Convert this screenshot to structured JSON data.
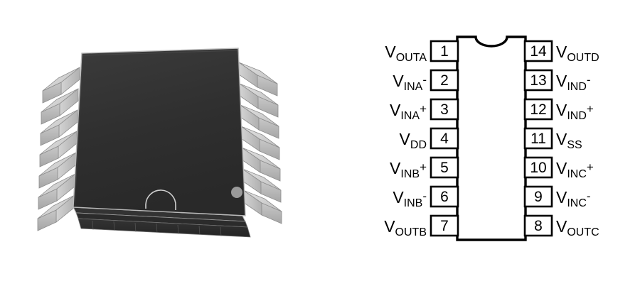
{
  "figure": {
    "kind": "ic-package-and-pinout",
    "background_color": "#ffffff",
    "package": {
      "name": "14-lead gull-wing surface mount package",
      "body_color": "#2e2e2e",
      "body_highlight_color": "#3a3a3a",
      "body_edge_color": "#b9b9b9",
      "lead_color": "#c9c9c9",
      "lead_shadow_color": "#a8a8a8",
      "lead_top_color": "#dedede",
      "lead_outline_color": "#8a8a8a",
      "pin1_dot_color": "#9a9a9a",
      "notch_line_color": "#cfcfcf",
      "leads_per_side": 7,
      "markers": [
        "pin1-dot",
        "bottom-notch"
      ]
    },
    "pinout": {
      "body_fill": "#ffffff",
      "body_stroke": "#000000",
      "pin_box_fill": "#ffffff",
      "pin_box_stroke": "#000000",
      "notch": "semicircle-top",
      "pin_count": 14,
      "left_pins": [
        {
          "number": "1",
          "base": "V",
          "sub": "OUTA",
          "sign": ""
        },
        {
          "number": "2",
          "base": "V",
          "sub": "INA",
          "sign": "-"
        },
        {
          "number": "3",
          "base": "V",
          "sub": "INA",
          "sign": "+"
        },
        {
          "number": "4",
          "base": "V",
          "sub": "DD",
          "sign": ""
        },
        {
          "number": "5",
          "base": "V",
          "sub": "INB",
          "sign": "+"
        },
        {
          "number": "6",
          "base": "V",
          "sub": "INB",
          "sign": "-"
        },
        {
          "number": "7",
          "base": "V",
          "sub": "OUTB",
          "sign": ""
        }
      ],
      "right_pins": [
        {
          "number": "14",
          "base": "V",
          "sub": "OUTD",
          "sign": ""
        },
        {
          "number": "13",
          "base": "V",
          "sub": "IND",
          "sign": "-"
        },
        {
          "number": "12",
          "base": "V",
          "sub": "IND",
          "sign": "+"
        },
        {
          "number": "11",
          "base": "V",
          "sub": "SS",
          "sign": ""
        },
        {
          "number": "10",
          "base": "V",
          "sub": "INC",
          "sign": "+"
        },
        {
          "number": "9",
          "base": "V",
          "sub": "INC",
          "sign": "-"
        },
        {
          "number": "8",
          "base": "V",
          "sub": "OUTC",
          "sign": ""
        }
      ]
    }
  }
}
